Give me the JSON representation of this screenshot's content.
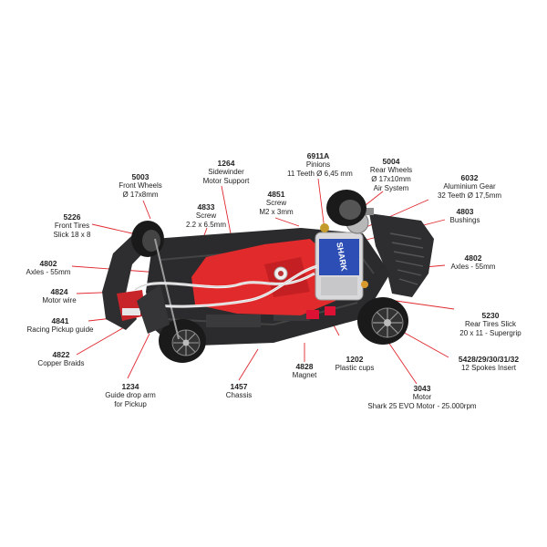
{
  "colors": {
    "leader": "#e0292f",
    "chassis": "#2b2b2d",
    "motor_support": "#e12a2b",
    "motor_label": "#2d4fb5",
    "tire": "#1a1a1a"
  },
  "callouts": [
    {
      "id": "6911a",
      "code": "6911A",
      "lines": [
        "Pinions",
        "11 Teeth Ø 6,45 mm"
      ]
    },
    {
      "id": "5004",
      "code": "5004",
      "lines": [
        "Rear Wheels",
        "Ø 17x10mm",
        "Air System"
      ]
    },
    {
      "id": "1264",
      "code": "1264",
      "lines": [
        "Sidewinder",
        "Motor Support"
      ]
    },
    {
      "id": "5003",
      "code": "5003",
      "lines": [
        "Front Wheels",
        "Ø 17x8mm"
      ]
    },
    {
      "id": "6032",
      "code": "6032",
      "lines": [
        "Aluminium Gear",
        "32 Teeth Ø 17,5mm"
      ]
    },
    {
      "id": "4851",
      "code": "4851",
      "lines": [
        "Screw",
        "M2 x 3mm"
      ]
    },
    {
      "id": "4833",
      "code": "4833",
      "lines": [
        "Screw",
        "2.2 x 6.5mm"
      ]
    },
    {
      "id": "4803",
      "code": "4803",
      "lines": [
        "Bushings"
      ]
    },
    {
      "id": "5226",
      "code": "5226",
      "lines": [
        "Front Tires",
        "Slick 18 x 8"
      ]
    },
    {
      "id": "4802l",
      "code": "4802",
      "lines": [
        "Axles - 55mm"
      ]
    },
    {
      "id": "4802r",
      "code": "4802",
      "lines": [
        "Axles - 55mm"
      ]
    },
    {
      "id": "4824",
      "code": "4824",
      "lines": [
        "Motor wire"
      ]
    },
    {
      "id": "5230",
      "code": "5230",
      "lines": [
        "Rear Tires Slick",
        "20 x 11 - Supergrip"
      ]
    },
    {
      "id": "4841",
      "code": "4841",
      "lines": [
        "Racing Pickup guide"
      ]
    },
    {
      "id": "4822",
      "code": "4822",
      "lines": [
        "Copper Braids"
      ]
    },
    {
      "id": "5428",
      "code": "5428/29/30/31/32",
      "lines": [
        "12 Spokes Insert"
      ]
    },
    {
      "id": "1202",
      "code": "1202",
      "lines": [
        "Plastic cups"
      ]
    },
    {
      "id": "4828",
      "code": "4828",
      "lines": [
        "Magnet"
      ]
    },
    {
      "id": "1234",
      "code": "1234",
      "lines": [
        "Guide drop arm",
        "for Pickup"
      ]
    },
    {
      "id": "1457",
      "code": "1457",
      "lines": [
        "Chassis"
      ]
    },
    {
      "id": "3043",
      "code": "3043",
      "lines": [
        "Motor",
        "Shark 25 EVO Motor - 25.000rpm"
      ]
    }
  ],
  "motor": {
    "brand": "SHARK",
    "model": "25"
  }
}
